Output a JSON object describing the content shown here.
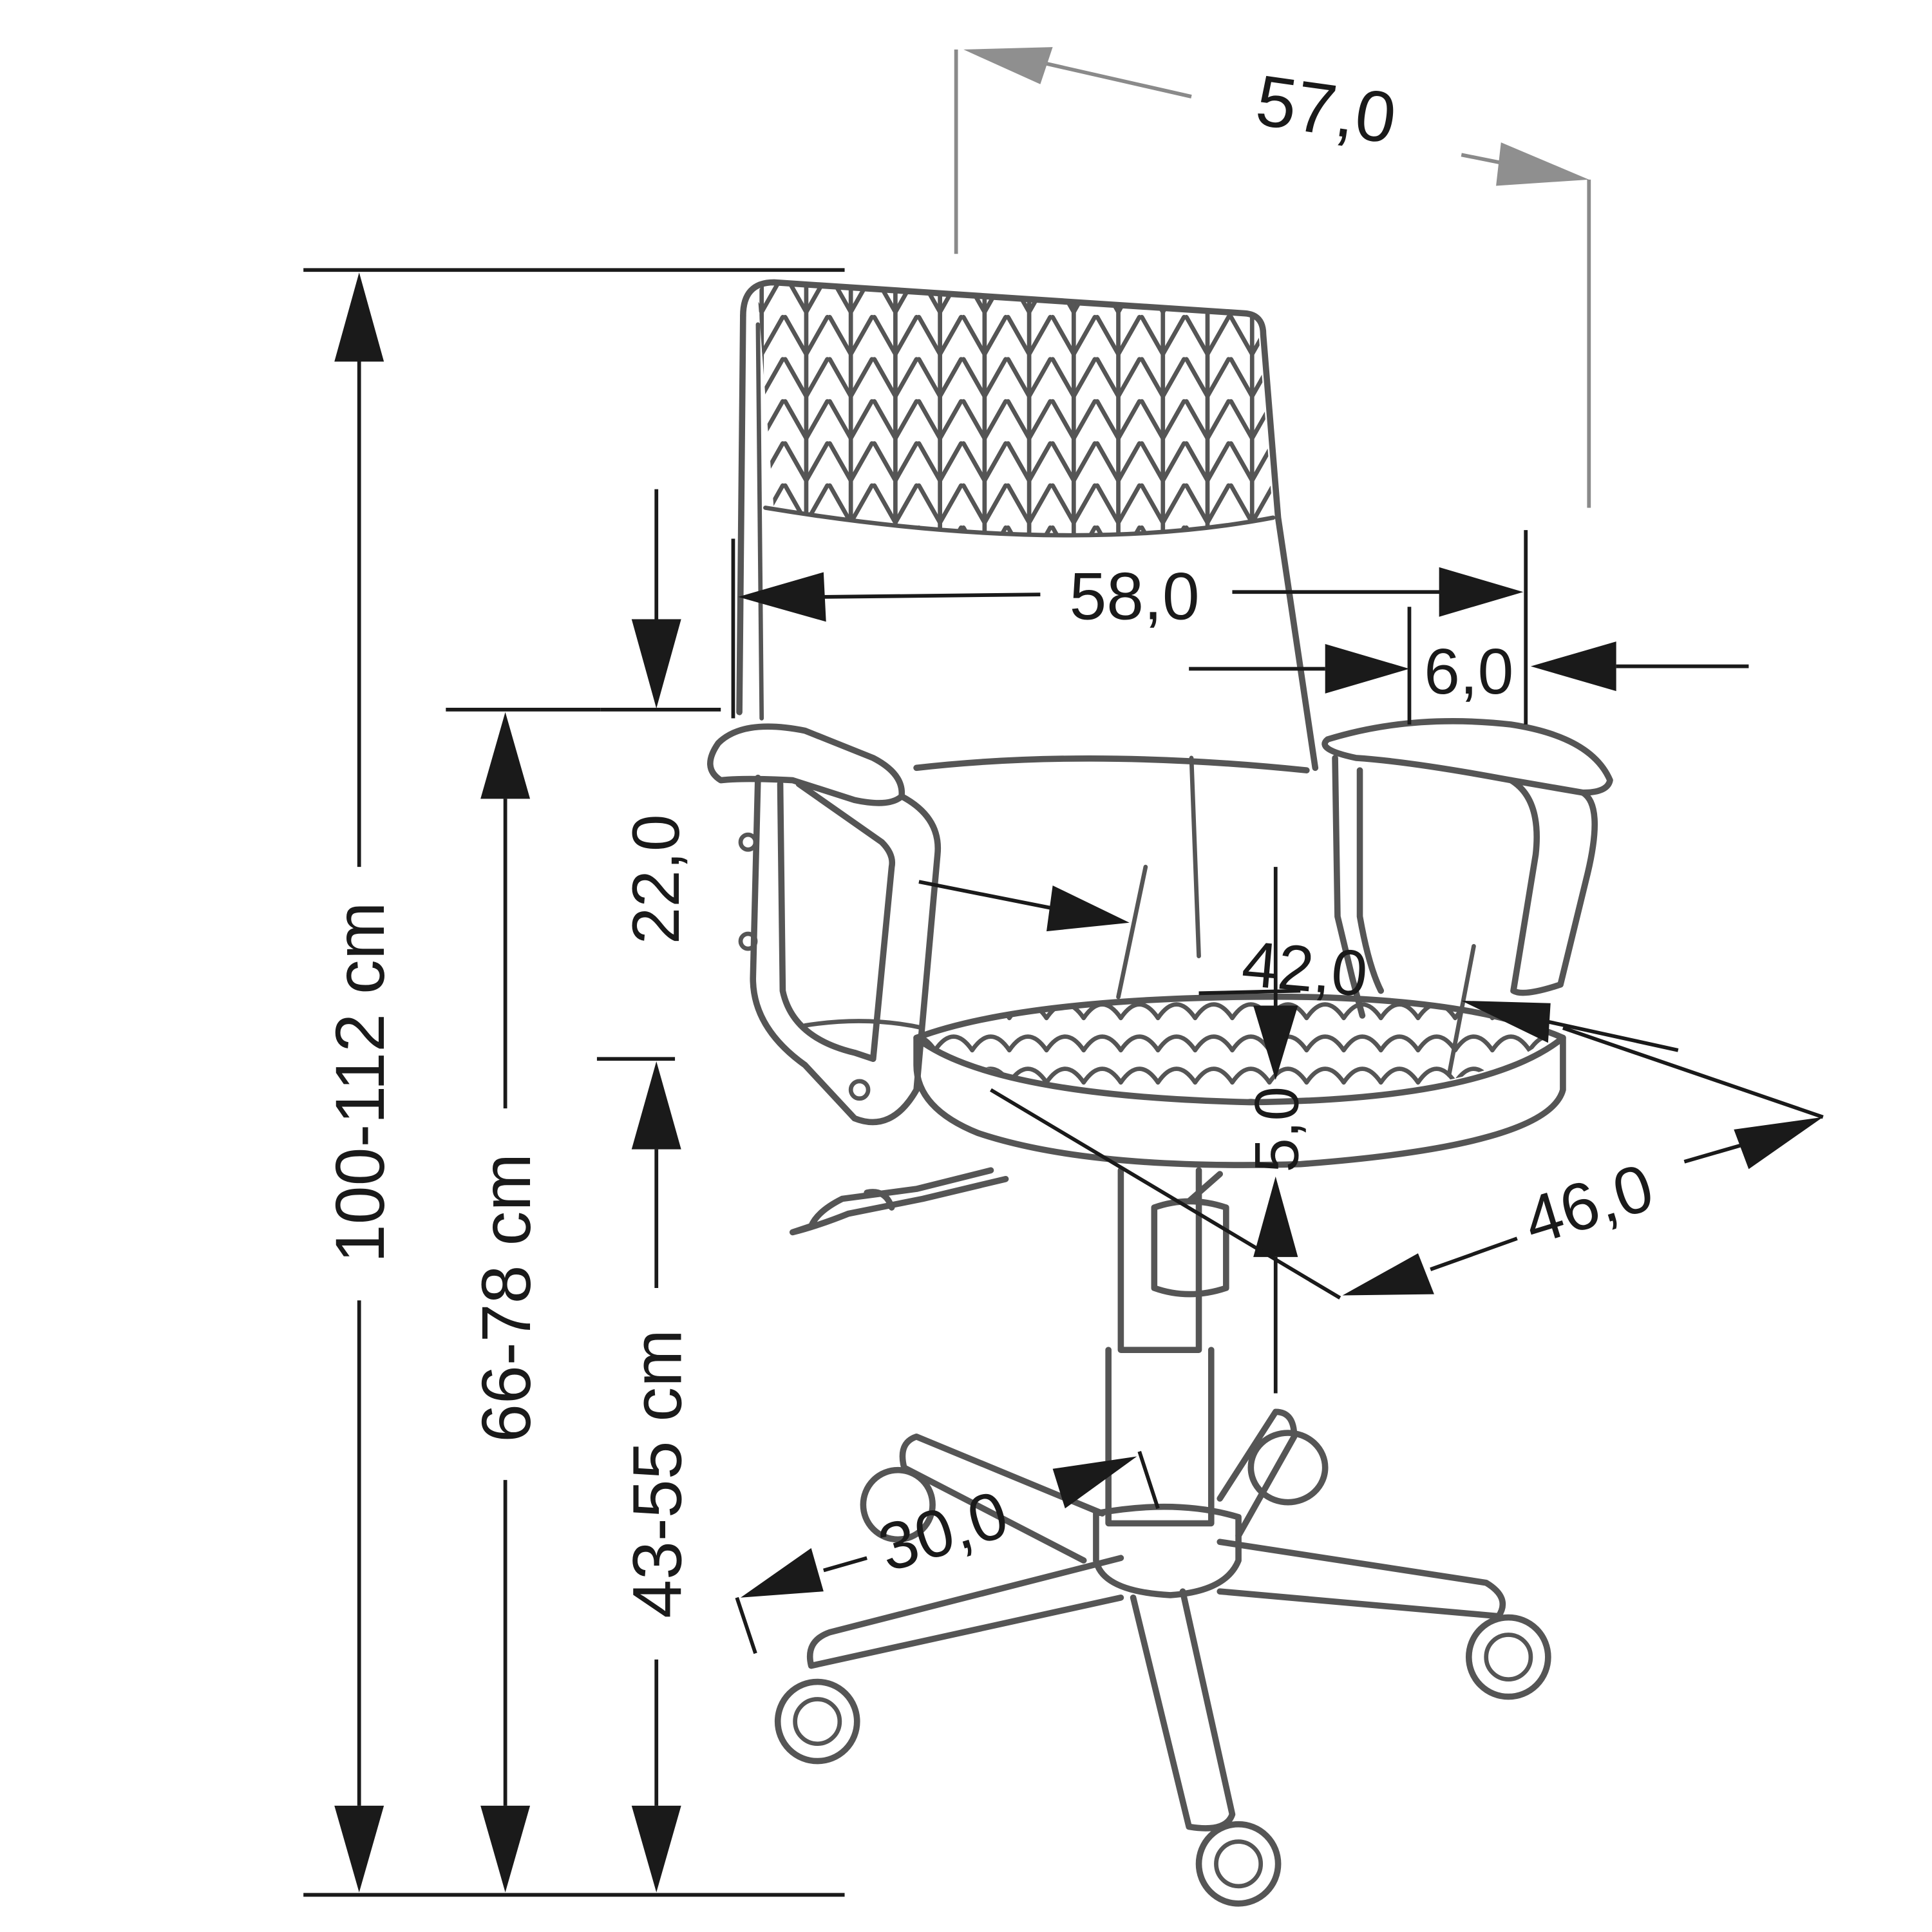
{
  "dimensions": {
    "depth": "57,0",
    "width": "58,0",
    "armrest_width": "6,0",
    "backrest_height": "22,0",
    "seat_width": "42,0",
    "seat_thickness": "5,0",
    "seat_depth": "46,0",
    "base_radius": "30,0",
    "total_height": "100-112 cm",
    "armrest_height": "66-78 cm",
    "seat_height": "43-55 cm"
  },
  "colors": {
    "ink": "#1a1a1a",
    "outline": "#555555",
    "grey_dimension": "#8f8f8f"
  }
}
